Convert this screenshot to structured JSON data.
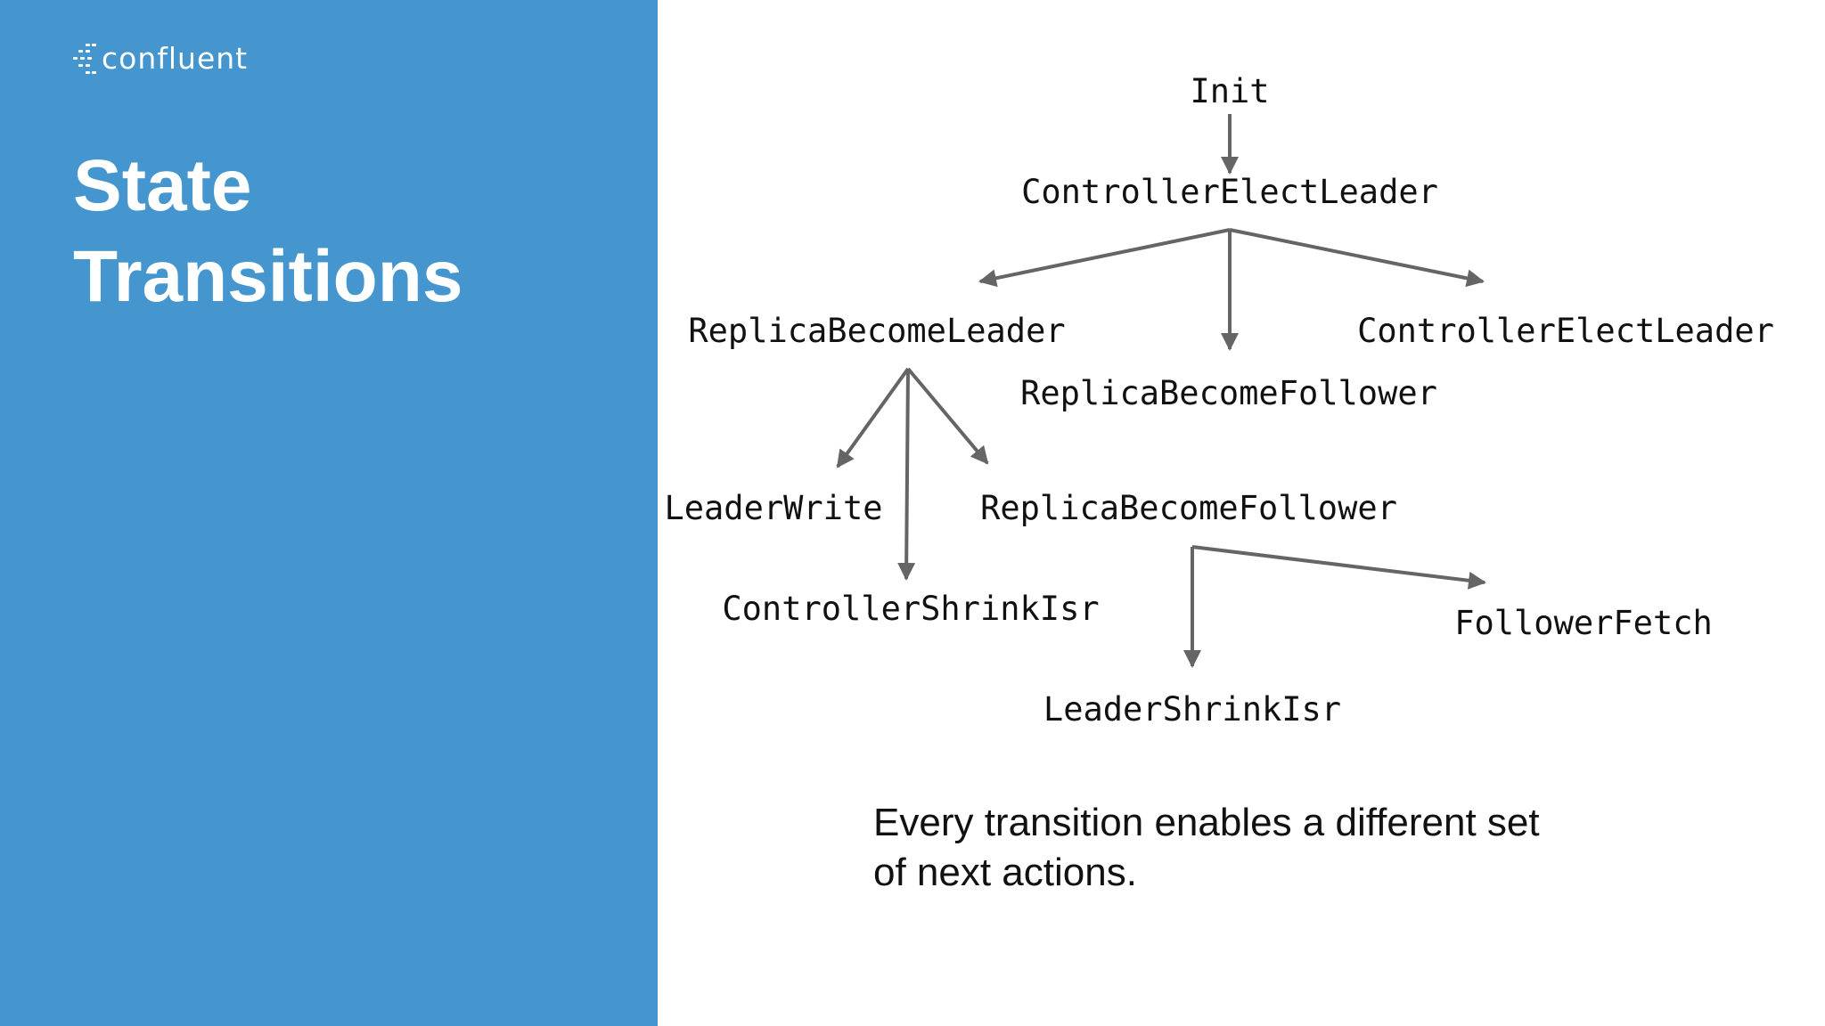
{
  "brand": {
    "logo_text": "confluent",
    "logo_icon": "confluent-logo-icon"
  },
  "title": {
    "line1": "State",
    "line2": "Transitions"
  },
  "diagram": {
    "nodes": {
      "init": "Init",
      "controller_elect_leader": "ControllerElectLeader",
      "replica_become_leader": "ReplicaBecomeLeader",
      "replica_become_follower_mid": "ReplicaBecomeFollower",
      "controller_elect_leader_right": "ControllerElectLeader",
      "leader_write": "LeaderWrite",
      "replica_become_follower_low": "ReplicaBecomeFollower",
      "controller_shrink_isr": "ControllerShrinkIsr",
      "follower_fetch": "FollowerFetch",
      "leader_shrink_isr": "LeaderShrinkIsr"
    },
    "edges": [
      {
        "from": "Init",
        "to": "ControllerElectLeader"
      },
      {
        "from": "ControllerElectLeader",
        "to": "ReplicaBecomeLeader"
      },
      {
        "from": "ControllerElectLeader",
        "to": "ReplicaBecomeFollower"
      },
      {
        "from": "ControllerElectLeader",
        "to": "ControllerElectLeader"
      },
      {
        "from": "ReplicaBecomeLeader",
        "to": "LeaderWrite"
      },
      {
        "from": "ReplicaBecomeLeader",
        "to": "ControllerShrinkIsr"
      },
      {
        "from": "ReplicaBecomeLeader",
        "to": "ReplicaBecomeFollower"
      },
      {
        "from": "ReplicaBecomeFollower",
        "to": "LeaderShrinkIsr"
      },
      {
        "from": "ReplicaBecomeFollower",
        "to": "FollowerFetch"
      }
    ],
    "arrow_color": "#656565"
  },
  "caption": {
    "line1": "Every transition enables a different set",
    "line2": "of next actions."
  },
  "colors": {
    "panel": "#4596cf",
    "text": "#111111",
    "background": "#ffffff"
  }
}
